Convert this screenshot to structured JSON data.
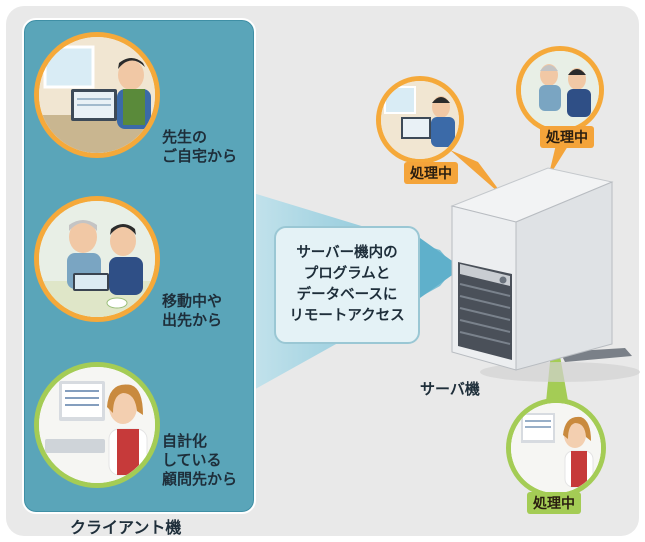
{
  "clients": {
    "caption": "クライアント機",
    "items": [
      {
        "label": "先生の\nご自宅から"
      },
      {
        "label": "移動中や\n出先から"
      },
      {
        "label": "自計化\nしている\n顧問先から"
      }
    ]
  },
  "access": {
    "lines": [
      "サーバー機内の",
      "プログラムと",
      "データベースに",
      "リモートアクセス"
    ]
  },
  "server": {
    "label": "サーバ機",
    "processing": [
      "処理中",
      "処理中",
      "処理中"
    ]
  },
  "colors": {
    "panel_bg": "#e9e9e9",
    "client_panel": "#5aa5b9",
    "ring_orange": "#f5a93a",
    "ring_green": "#a4cc55",
    "arrow": "#7cc3d9"
  }
}
